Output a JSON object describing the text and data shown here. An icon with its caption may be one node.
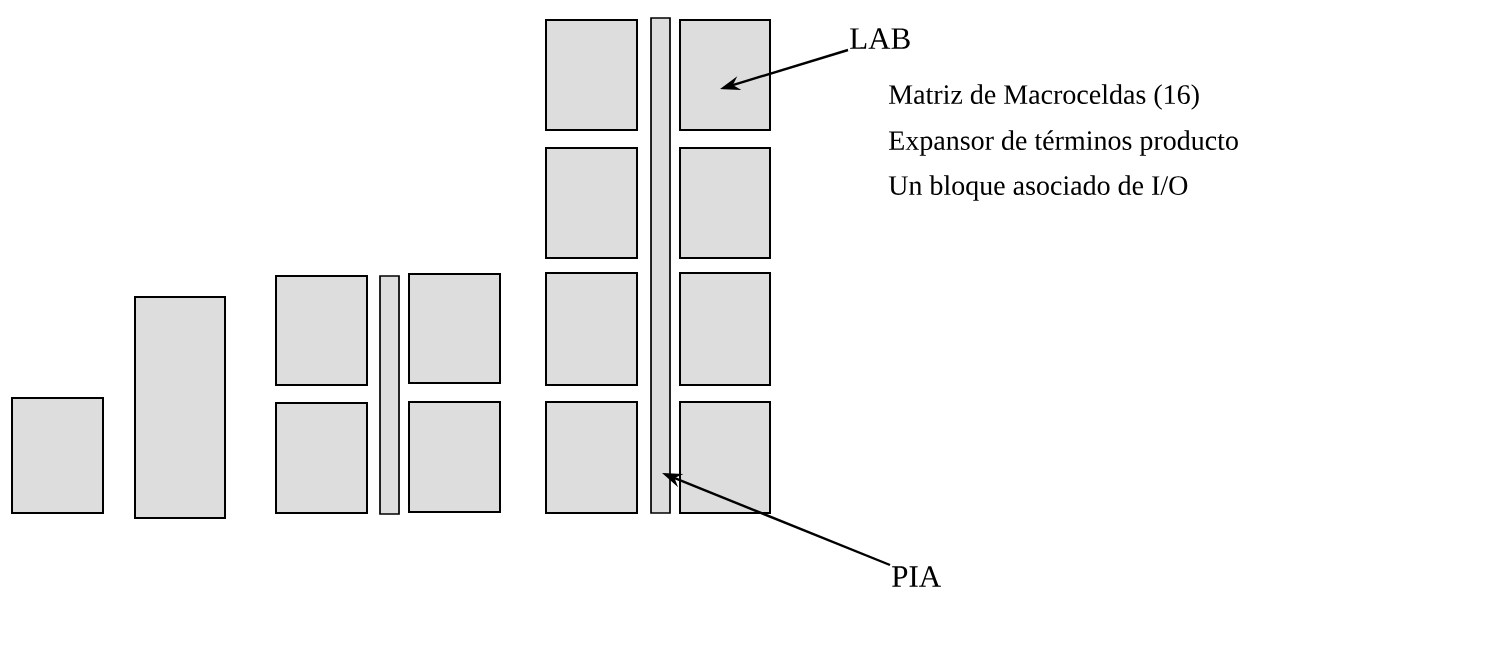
{
  "diagram": {
    "nodes": [
      {
        "text": [
          "LAB"
        ]
      },
      {
        "text": [],
        "shape": "box"
      },
      {
        "text": [],
        "shape": "box"
      },
      {
        "text": [],
        "shape": "box"
      },
      {
        "text": [],
        "shape": "box"
      },
      {
        "text": [],
        "shape": "bar"
      },
      {
        "text": [],
        "shape": "box"
      },
      {
        "text": [],
        "shape": "box"
      },
      {
        "text": [],
        "shape": "box"
      },
      {
        "text": [],
        "shape": "box"
      },
      {
        "text": [],
        "shape": "box"
      },
      {
        "text": [],
        "shape": "box"
      },
      {
        "text": [],
        "shape": "bar"
      },
      {
        "text": [],
        "shape": "box"
      },
      {
        "text": [],
        "shape": "box"
      },
      {
        "text": [],
        "shape": "box"
      },
      {
        "text": [],
        "shape": "box"
      },
      {
        "text": [
          "PIA"
        ]
      }
    ],
    "edges": [
      {
        "from": 0,
        "to": 13,
        "arrow": "to"
      },
      {
        "from": 17,
        "to": 12,
        "arrow": "to"
      }
    ],
    "labels": [
      "Matriz de Macroceldas (16)",
      "Expansor de términos producto",
      "Un bloque asociado de I/O"
    ]
  }
}
